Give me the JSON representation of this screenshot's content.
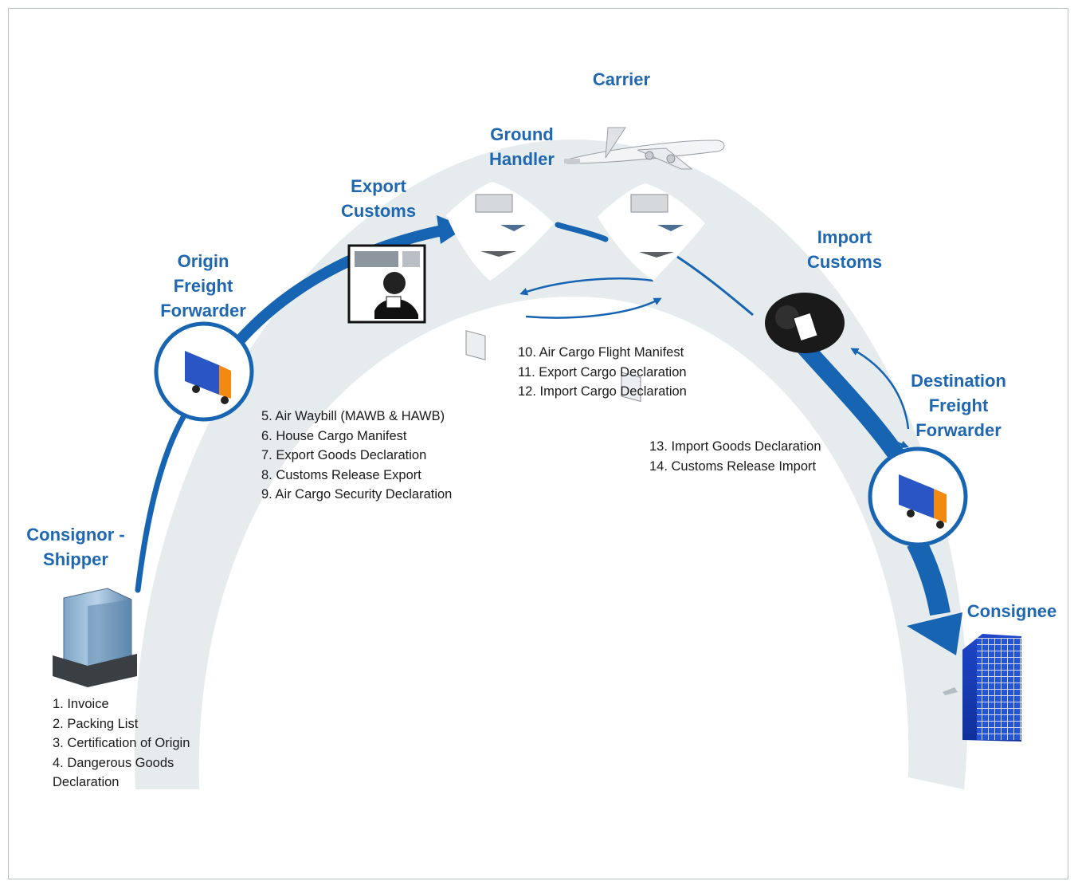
{
  "roles": {
    "carrier": "Carrier",
    "ground_handler": "Ground\nHandler",
    "export_customs": "Export\nCustoms",
    "origin_forwarder": "Origin\nFreight\nForwarder",
    "import_customs": "Import\nCustoms",
    "destination_forwarder": "Destination\nFreight\nForwarder",
    "consignor": "Consignor -\nShipper",
    "consignee": "Consignee"
  },
  "documents": {
    "consignor": [
      "1. Invoice",
      "2. Packing List",
      "3. Certification of Origin",
      "4. Dangerous Goods\n    Declaration"
    ],
    "forwarder_export": [
      "5. Air Waybill (MAWB & HAWB)",
      "6. House Cargo Manifest",
      "7. Export Goods Declaration",
      "8. Customs Release Export",
      "9. Air Cargo Security Declaration"
    ],
    "handler": [
      "10. Air Cargo Flight Manifest",
      "11. Export Cargo Declaration",
      "12. Import Cargo Declaration"
    ],
    "import": [
      "13. Import Goods Declaration",
      "14. Customs Release Import"
    ]
  },
  "colors": {
    "arc_band": "#e6ebee",
    "flow_blue": "#1765b2",
    "label_blue": "#1f67b0",
    "text": "#1a1a1a"
  }
}
